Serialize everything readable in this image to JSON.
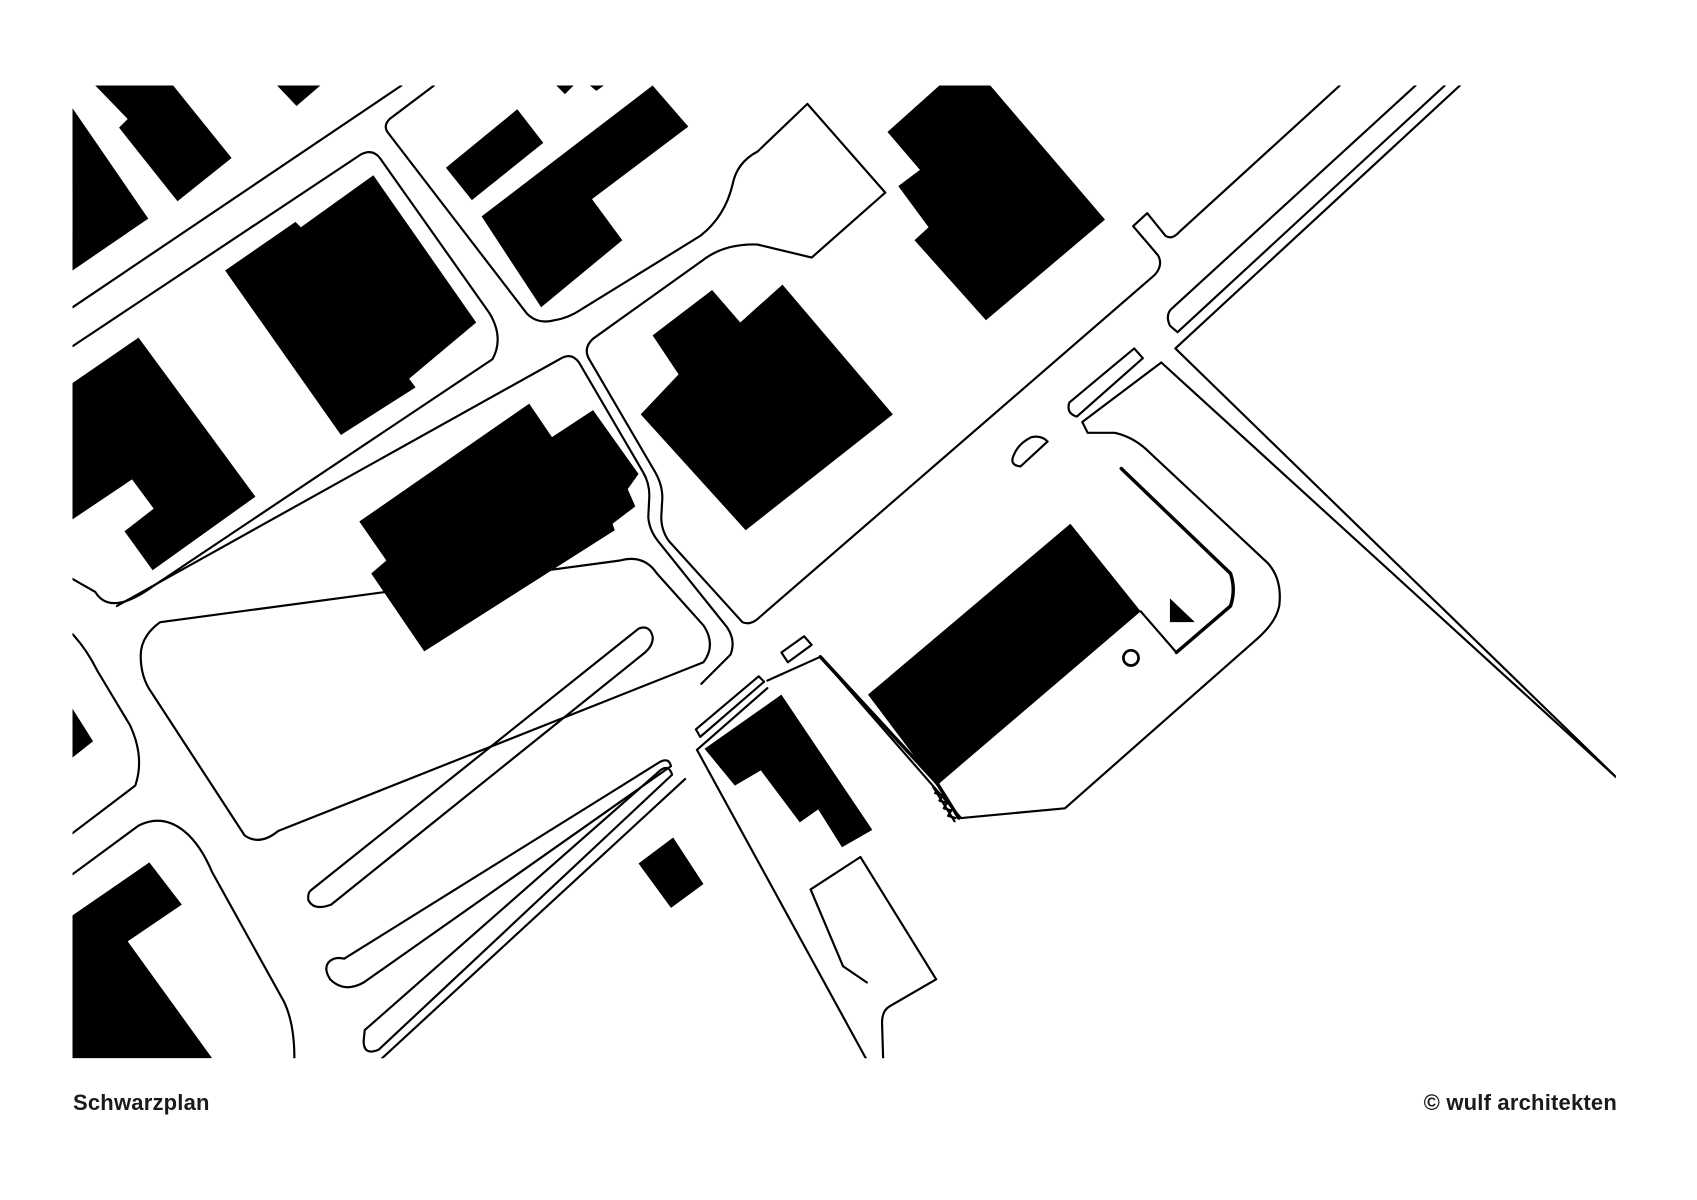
{
  "map": {
    "type": "figure-ground plan",
    "caption_left": "Schwarzplan",
    "caption_right": "© wulf architekten",
    "colors": {
      "buildings": "#000000",
      "background": "#ffffff",
      "lines": "#000000"
    },
    "legend_symbols": {
      "north_marker": "triangle",
      "point_marker": "circle",
      "hatched_edge": "triangle-hatch"
    }
  }
}
